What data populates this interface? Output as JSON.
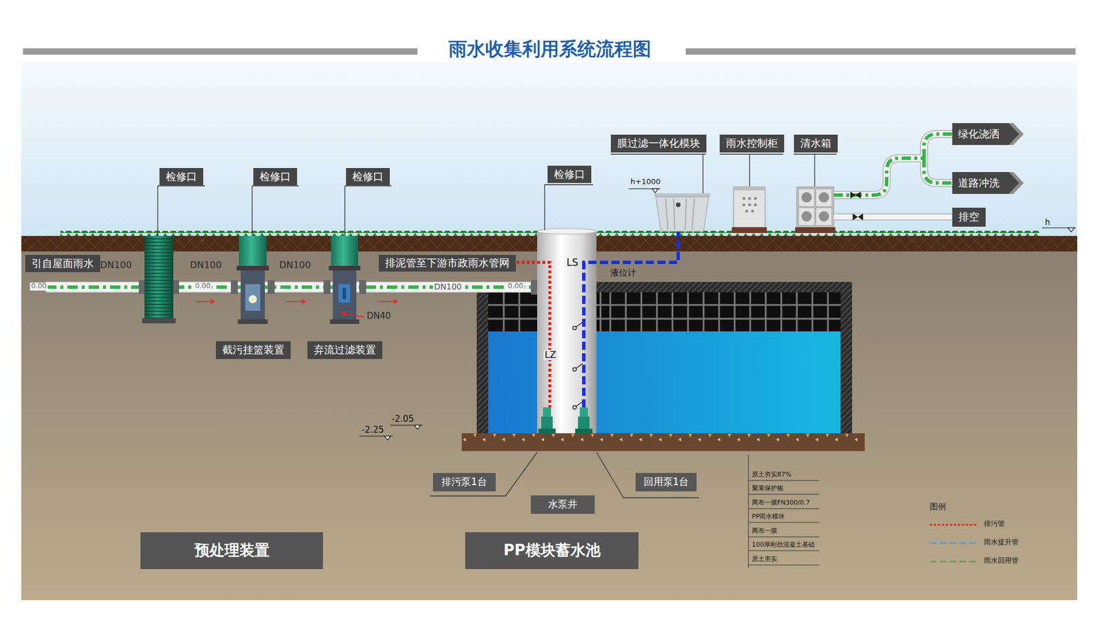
{
  "diagram": {
    "title": "雨水收集利用系统流程图",
    "nodes": [
      {
        "text": [
          "检修口"
        ]
      },
      {
        "text": [
          "检修口"
        ]
      },
      {
        "text": [
          "检修口"
        ]
      },
      {
        "text": [
          "检修口"
        ]
      },
      {
        "text": [
          "膜过滤一体化模块"
        ]
      },
      {
        "text": [
          "雨水控制柜"
        ]
      },
      {
        "text": [
          "清水箱"
        ]
      },
      {
        "text": [
          "绿化浇洒"
        ]
      },
      {
        "text": [
          "道路冲洗"
        ]
      },
      {
        "text": [
          "排空"
        ]
      },
      {
        "text": [
          "引自屋面雨水"
        ]
      },
      {
        "text": [
          "排泥管至下游市政雨水管网"
        ]
      },
      {
        "text": [
          "截污挂篮装置"
        ]
      },
      {
        "text": [
          "弃流过滤装置"
        ]
      },
      {
        "text": [
          "排污泵1台"
        ]
      },
      {
        "text": [
          "回用泵1台"
        ]
      },
      {
        "text": [
          "水泵井"
        ]
      },
      {
        "text": [
          "预处理装置"
        ]
      },
      {
        "text": [
          "PP模块蓄水池"
        ]
      }
    ],
    "labels": [
      "h+1000",
      "h",
      "DN100",
      "DN100",
      "DN100",
      "0.00",
      "0.00",
      "DN100",
      "0.00",
      "LS",
      "液位计",
      "DN40",
      "LZ",
      "-2.05",
      "-2.25",
      "原土夯实87%",
      "聚苯保护板",
      "两布一膜FN300/0.7",
      "PP雨水模块",
      "两布一膜",
      "100厚刚劲混凝土基础",
      "原土夯实",
      "图例"
    ],
    "legend": [
      {
        "text": "排污管"
      },
      {
        "text": "雨水提升管"
      },
      {
        "text": "雨水回用管"
      }
    ]
  }
}
